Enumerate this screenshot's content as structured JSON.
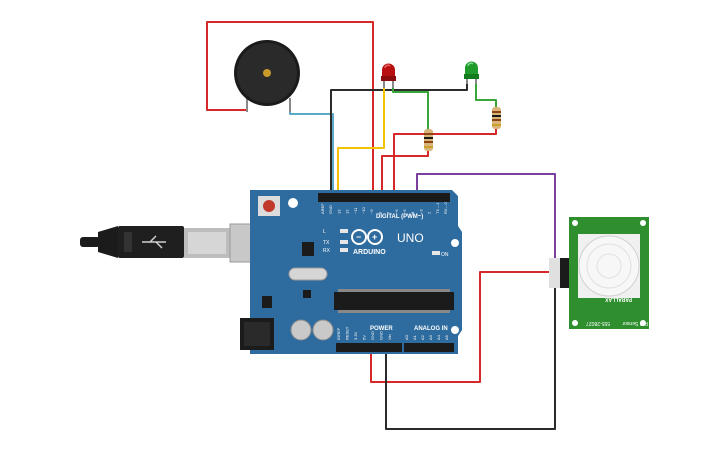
{
  "board": {
    "brand": "ARDUINO",
    "model": "UNO",
    "digital_label": "DIGITAL (PWM~)",
    "power_label": "POWER",
    "analog_label": "ANALOG IN",
    "on_label": "ON",
    "led_labels": [
      "L",
      "TX",
      "RX"
    ],
    "top_pin_labels": [
      "AREF",
      "GND",
      "13",
      "12",
      "~11",
      "~10",
      "~9",
      "8",
      "7",
      "~6",
      "~5",
      "4",
      "~3",
      "2",
      "TX→1",
      "RX←0"
    ],
    "power_pin_labels": [
      "IOREF",
      "RESET",
      "3.3V",
      "5V",
      "GND",
      "GND",
      "Vin"
    ],
    "analog_pin_labels": [
      "A0",
      "A1",
      "A2",
      "A3",
      "A4",
      "A5"
    ]
  },
  "pir_sensor": {
    "text_lines": [
      "PIR Sensor",
      "555-28027"
    ],
    "parallax": "PARALLAX"
  },
  "colors": {
    "board": "#2e6b9e",
    "wire_red": "#d62828",
    "wire_black": "#2b2b2b",
    "wire_yellow": "#f2c300",
    "wire_green": "#3aa63a",
    "wire_purple": "#7b3fa0",
    "wire_teal": "#5aa9c9",
    "led_red": "#b81010",
    "led_green": "#1f9a2b",
    "pir_board": "#2f8f2f"
  }
}
